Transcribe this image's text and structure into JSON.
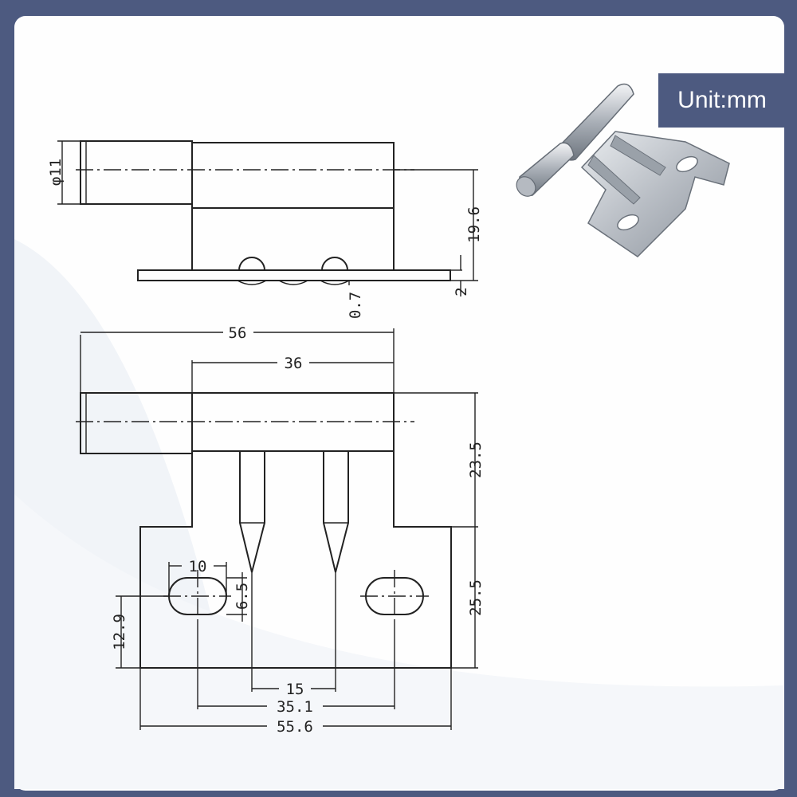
{
  "unit_label": "Unit:mm",
  "dimensions": {
    "pin_diameter": "φ11",
    "height_axis": "19.6",
    "plate_thickness": "2",
    "rivet_offset": "0.7",
    "overall_length": "56",
    "barrel_length": "36",
    "leaf_top_height": "23.5",
    "leaf_bottom_height": "25.5",
    "slot_length": "10",
    "slot_width": "6.5",
    "slot_height": "12.9",
    "pin_spacing": "15",
    "slot_spacing": "35.1",
    "plate_width": "55.6"
  },
  "colors": {
    "frame": "#4d5a80",
    "background": "#fefefe",
    "line": "#222222"
  }
}
